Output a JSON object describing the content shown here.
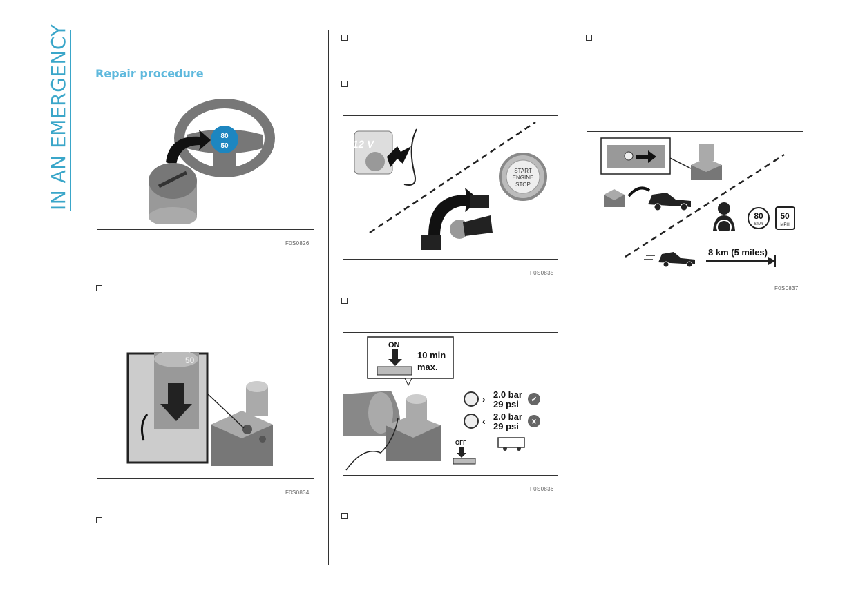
{
  "sidebar": {
    "title": "IN AN EMERGENCY"
  },
  "section": {
    "title": "Repair procedure"
  },
  "figures": [
    {
      "code": "F0S0826",
      "badge_top": "80",
      "badge_bottom": "50"
    },
    {
      "code": "F0S0834",
      "cap_mark": "50"
    },
    {
      "code": "F0S0835",
      "socket": "12 V",
      "button_line1": "START",
      "button_line2": "ENGINE",
      "button_line3": "STOP"
    },
    {
      "code": "F0S0836",
      "on": "ON",
      "off": "OFF",
      "time_line1": "10 min",
      "time_line2": "max.",
      "ok_line1": "2.0 bar",
      "ok_line2": "29 psi",
      "ko_line1": "2.0 bar",
      "ko_line2": "29 psi"
    },
    {
      "code": "F0S0837",
      "speed_kmh": "80",
      "speed_kmh_unit": "km/h",
      "speed_mph": "50",
      "speed_mph_unit": "MPH",
      "distance": "8 km (5 miles)"
    }
  ]
}
